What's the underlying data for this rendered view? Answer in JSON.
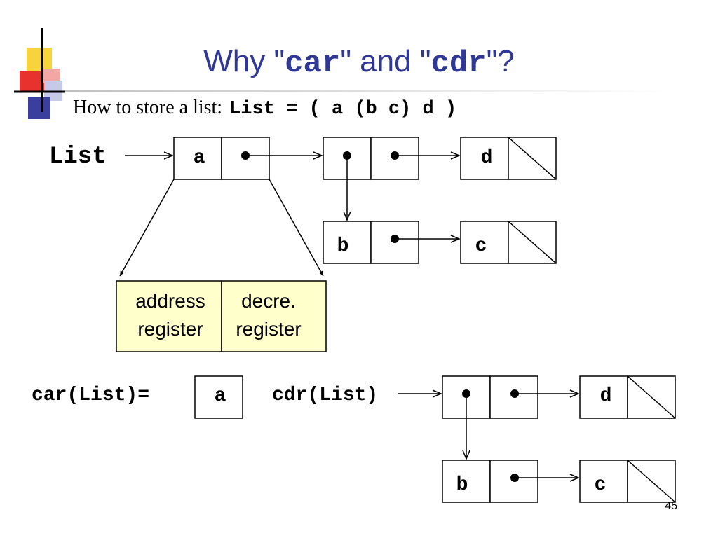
{
  "slide": {
    "title": {
      "prefix": "Why ",
      "q1": "\"",
      "car": "car",
      "q2": "\"",
      "and": " and ",
      "q3": "\"",
      "cdr": "cdr",
      "q4": "\"",
      "suffix": "?"
    },
    "bullet": {
      "text": "How to store a list:",
      "code": "List = ( a (b c) d )"
    },
    "list_label": "List",
    "cells": {
      "a": "a",
      "b": "b",
      "c": "c",
      "d": "d"
    },
    "register": {
      "address_line1": "address",
      "address_line2": "register",
      "decre_line1": "decre.",
      "decre_line2": "register"
    },
    "car_label": "car(List)=",
    "car_value": "a",
    "cdr_label": "cdr(List)",
    "page_number": "45"
  },
  "colors": {
    "title": "#2f3797",
    "register_fill": "#ffffcc",
    "deco_yellow": "#f7d43c",
    "deco_red": "#e8322e",
    "deco_blue": "#3a3f9e",
    "deco_lavender": "#c7c9e8",
    "deco_pink": "#f3a7a4"
  },
  "icons": [
    "corner-cross-decoration"
  ]
}
